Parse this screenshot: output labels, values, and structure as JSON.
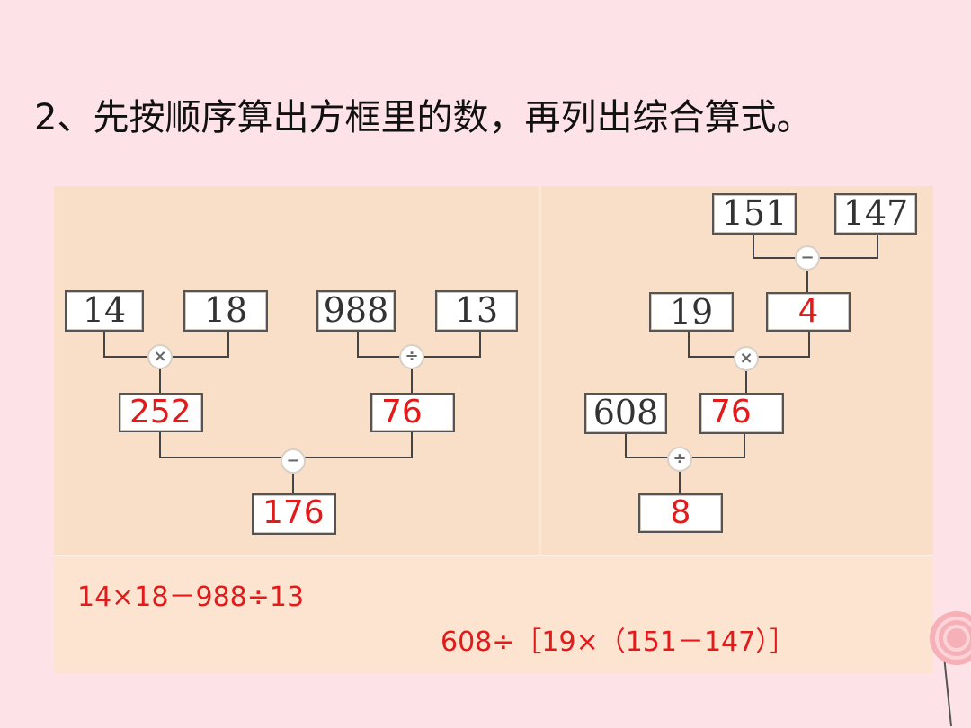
{
  "title": "2、先按顺序算出方框里的数，再列出综合算式。",
  "left_tree": {
    "a": "14",
    "b": "18",
    "op1": "×",
    "r1": "252",
    "c": "988",
    "d": "13",
    "op2": "÷",
    "r2": "76",
    "op3": "−",
    "result": "176"
  },
  "right_tree": {
    "a": "151",
    "b": "147",
    "op1": "−",
    "r1": "4",
    "c": "19",
    "op2": "×",
    "r2": "76",
    "d": "608",
    "op3": "÷",
    "result": "8"
  },
  "expressions": {
    "left": "14×18－988÷13",
    "right": "608÷［19×（151－147）］"
  },
  "colors": {
    "answer": "#e21a1a",
    "background": "#fde3e8",
    "panel": "#fbe3cf"
  }
}
